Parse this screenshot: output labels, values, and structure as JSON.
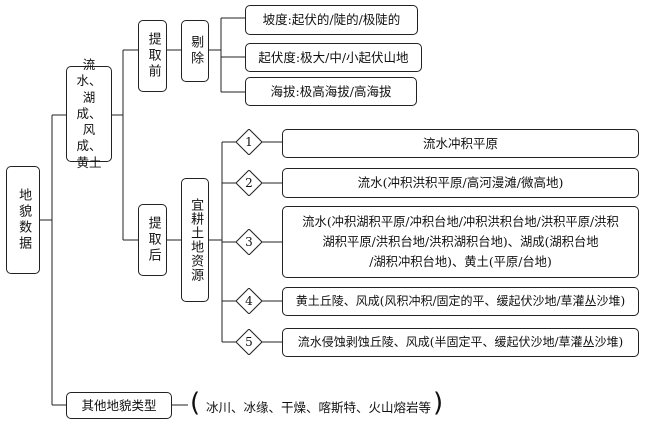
{
  "root": "地貌数据",
  "branch_main": "流水、湖成、风成、黄土",
  "before": {
    "label": "提取前",
    "remove": "剔除",
    "criteria": [
      "坡度:起伏的/陡的/极陡的",
      "起伏度:极大/中/小起伏山地",
      "海拔:极高海拔/高海拔"
    ]
  },
  "after": {
    "label": "提取后",
    "resource": "宜耕土地资源",
    "levels": [
      {
        "num": "1",
        "text": "流水冲积平原"
      },
      {
        "num": "2",
        "text": "流水(冲积洪积平原/高河漫滩/微高地)"
      },
      {
        "num": "3",
        "text": "流水(冲积湖积平原/冲积台地/冲积洪积台地/洪积平原/洪积\n湖积平原/洪积台地/洪积湖积台地)、湖成(湖积台地\n/湖积冲积台地)、黄土(平原/台地)"
      },
      {
        "num": "4",
        "text": "黄土丘陵、风成(风积冲积/固定的平、缓起伏沙地/草灌丛沙堆)"
      },
      {
        "num": "5",
        "text": "流水侵蚀剥蚀丘陵、风成(半固定平、缓起伏沙地/草灌丛沙堆)"
      }
    ]
  },
  "other": {
    "label": "其他地貌类型",
    "types": "冰川、冰缘、干燥、喀斯特、火山熔岩等"
  }
}
